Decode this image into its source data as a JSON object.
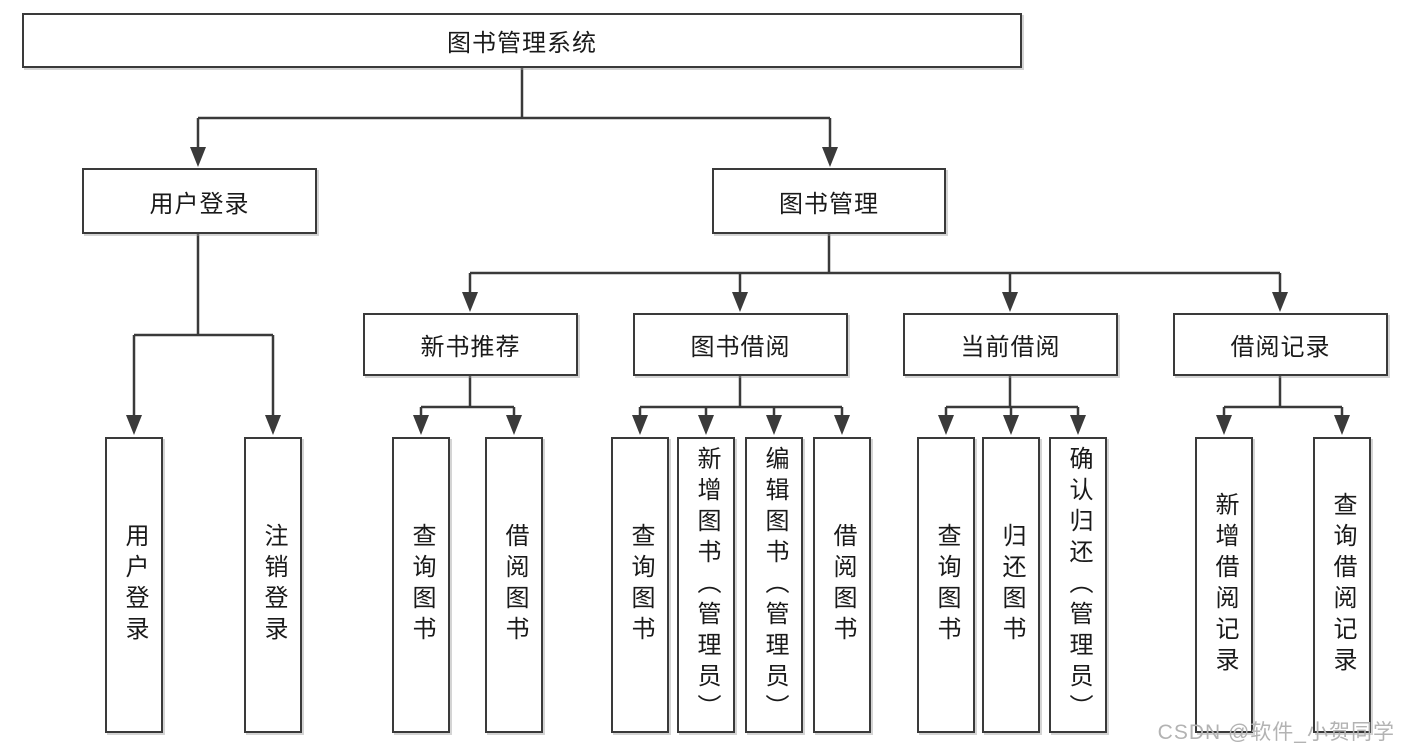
{
  "tree": {
    "label": "图书管理系统",
    "children": [
      {
        "label": "用户登录",
        "children": [
          {
            "label": "用户登录"
          },
          {
            "label": "注销登录"
          }
        ]
      },
      {
        "label": "图书管理",
        "children": [
          {
            "label": "新书推荐",
            "children": [
              {
                "label": "查询图书"
              },
              {
                "label": "借阅图书"
              }
            ]
          },
          {
            "label": "图书借阅",
            "children": [
              {
                "label": "查询图书"
              },
              {
                "label": "新增图书（管理员）"
              },
              {
                "label": "编辑图书（管理员）"
              },
              {
                "label": "借阅图书"
              }
            ]
          },
          {
            "label": "当前借阅",
            "children": [
              {
                "label": "查询图书"
              },
              {
                "label": "归还图书"
              },
              {
                "label": "确认归还（管理员）"
              }
            ]
          },
          {
            "label": "借阅记录",
            "children": [
              {
                "label": "新增借阅记录"
              },
              {
                "label": "查询借阅记录"
              }
            ]
          }
        ]
      }
    ]
  },
  "watermark": "CSDN @软件_小贺同学",
  "colors": {
    "line": "#3a3a3a",
    "text": "#1a1a1a",
    "box_bg": "#ffffff",
    "watermark": "#b3b3b3"
  }
}
